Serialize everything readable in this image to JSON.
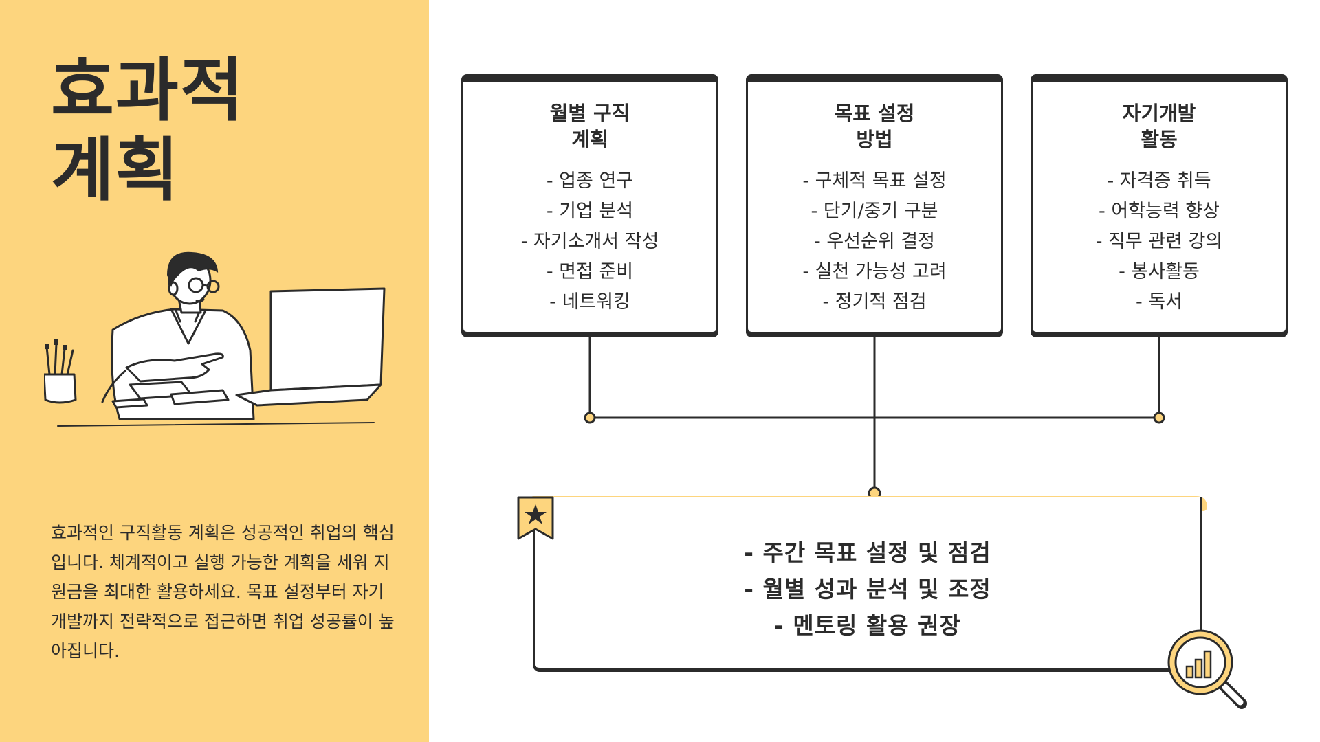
{
  "colors": {
    "accent": "#fdd57e",
    "ink": "#2b2b2b",
    "background": "#ffffff"
  },
  "title": {
    "line1": "효과적",
    "line2": "계획"
  },
  "intro": "효과적인 구직활동 계획은 성공적인 취업의 핵심입니다. 체계적이고 실행 가능한 계획을 세워 지원금을 최대한 활용하세요. 목표 설정부터 자기개발까지 전략적으로 접근하면 취업 성공률이 높아집니다.",
  "cards": [
    {
      "title_line1": "월별 구직",
      "title_line2": "계획",
      "items": [
        "- 업종 연구",
        "- 기업 분석",
        "- 자기소개서 작성",
        "- 면접 준비",
        "- 네트워킹"
      ]
    },
    {
      "title_line1": "목표 설정",
      "title_line2": "방법",
      "items": [
        "- 구체적 목표 설정",
        "- 단기/중기 구분",
        "- 우선순위 결정",
        "- 실천 가능성 고려",
        "- 정기적 점검"
      ]
    },
    {
      "title_line1": "자기개발",
      "title_line2": "활동",
      "items": [
        "- 자격증 취득",
        "- 어학능력 향상",
        "- 직무 관련 강의",
        "- 봉사활동",
        "- 독서"
      ]
    }
  ],
  "summary": {
    "items": [
      "- 주간 목표 설정 및 점검",
      "- 월별 성과 분석 및 조정",
      "- 멘토링 활용 권장"
    ]
  },
  "icons": {
    "bookmark": "star-bookmark-icon",
    "magnifier": "magnifier-chart-icon"
  }
}
